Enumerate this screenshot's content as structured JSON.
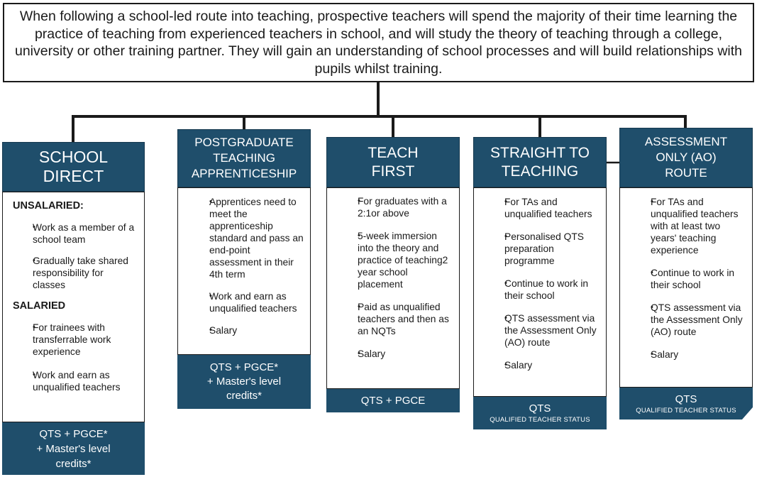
{
  "intro": "When following a school-led route into teaching, prospective teachers will spend the majority of their time learning the practice of teaching from experienced teachers in school, and will study the theory of teaching through a college, university or other training partner. They will gain an understanding of school processes and will build relationships with pupils whilst training.",
  "routes": {
    "school_direct": {
      "title_line1": "SCHOOL",
      "title_line2": "DIRECT",
      "unsalaried_heading": "UNSALARIED:",
      "unsalaried_items": [
        "Work as a member of a school team",
        "Gradually take shared responsibility for classes"
      ],
      "salaried_heading": "SALARIED",
      "salaried_items": [
        "For trainees with transferrable work experience",
        "Work and earn as unqualified teachers"
      ],
      "footer_line1": "QTS + PGCE*",
      "footer_line2": "+ Master's level",
      "footer_line3": "credits*"
    },
    "pg_apprenticeship": {
      "title_line1": "POSTGRADUATE",
      "title_line2": "TEACHING",
      "title_line3": "APPRENTICESHIP",
      "items": [
        "Apprentices need to meet the apprenticeship standard and pass an end-point assessment in their 4th term",
        "Work and earn as unqualified teachers",
        "Salary"
      ],
      "footer_line1": "QTS + PGCE*",
      "footer_line2": "+ Master's level",
      "footer_line3": "credits*"
    },
    "teach_first": {
      "title_line1": "TEACH",
      "title_line2": "FIRST",
      "items": [
        "For graduates with a 2:1or above",
        "5-week immersion into the theory and practice of teaching2 year school placement",
        "Paid as unqualified teachers and then as an NQTs",
        "Salary"
      ],
      "footer_line1": "QTS + PGCE"
    },
    "straight_to_teaching": {
      "title_line1": "STRAIGHT TO",
      "title_line2": "TEACHING",
      "items": [
        "For TAs and unqualified teachers",
        "Personalised QTS preparation programme",
        "Continue to work in their school",
        "QTS assessment via the Assessment Only (AO) route",
        "Salary"
      ],
      "footer_main": "QTS",
      "footer_sub": "QUALIFIED TEACHER STATUS"
    },
    "assessment_only": {
      "title_line1": "ASSESSMENT",
      "title_line2": "ONLY (AO)",
      "title_line3": "ROUTE",
      "items": [
        "For TAs and unqualified teachers with at least two years' teaching experience",
        "Continue to work in their school",
        "QTS assessment via the Assessment Only (AO) route",
        "Salary"
      ],
      "footer_main": "QTS",
      "footer_sub": "QUALIFIED TEACHER STATUS"
    }
  },
  "colors": {
    "header_fill": "#1f4e6b",
    "line": "#1a1a1a"
  }
}
